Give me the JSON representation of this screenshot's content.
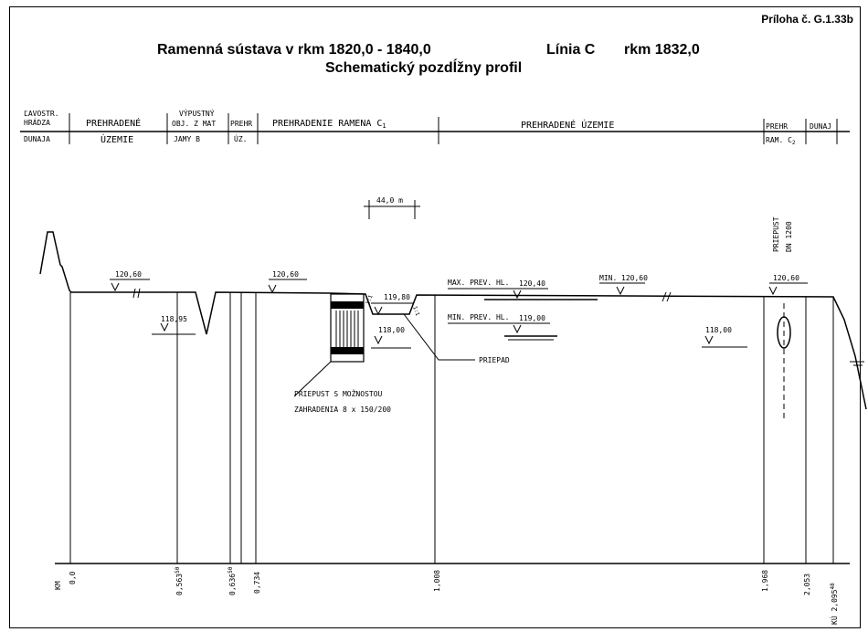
{
  "appendix_label": "Príloha č. G.1.33b",
  "title": "Ramenná sústava v rkm 1820,0 - 1840,0",
  "line_label": "Línia C",
  "rkm_label": "rkm 1832,0",
  "subtitle": "Schematický pozdĺžny profil",
  "header_segments": {
    "seg1_top": "ĽAVOSTR.",
    "seg1_mid": "HRÁDZA",
    "seg1_bot": "DUNAJA",
    "seg2_top": "PREHRADENÉ",
    "seg2_bot": "ÚZEMIE",
    "seg3_top": "VÝPUSTNÝ",
    "seg3_mid": "OBJ. Z MAT",
    "seg3_bot": "JAMY B",
    "seg4_mid": "PREHR",
    "seg4_bot": "ÚZ.",
    "seg5": "PREHRADENIE RAMENA  C",
    "seg5_sub": "1",
    "seg6": "PREHRADENÉ  ÚZEMIE",
    "seg7_top": "PREHR",
    "seg7_bot": "RAM. C",
    "seg7_sub": "2",
    "seg8_top": "DUNAJ"
  },
  "scale_label": "44,0 m",
  "culvert_vertical_1": "PRIEPUST",
  "culvert_vertical_2": "DN 1200",
  "elevations": {
    "e1": "120,60",
    "e2": "118,95",
    "e3": "120,60",
    "e4": "119,80",
    "e5": "118,00",
    "e6": "120,40",
    "e7": "119,00",
    "e8": "120,60",
    "e9": "118,00",
    "e10": "120,60"
  },
  "labels": {
    "max_prev": "MAX. PREV. HL.",
    "min_prev": "MIN. PREV. HL.",
    "min": "MIN.",
    "priepad": "PRIEPAD",
    "priepust_line1": "PRIEPUST  S  MOŽNOSTOU",
    "priepust_line2": "ZAHRADENIA  8 x 150/200",
    "slope1": "1:1",
    "slope2": "1:1"
  },
  "stations": {
    "label": "KM",
    "s0": "0,0",
    "s1": "0,563",
    "s1_sup": "50",
    "s2": "0,636",
    "s2_sup": "50",
    "s3": "0,734",
    "s4": "1,008",
    "s5": "1,968",
    "s6": "2,053",
    "s7": "KÚ 2,095",
    "s7_sup": "48"
  }
}
